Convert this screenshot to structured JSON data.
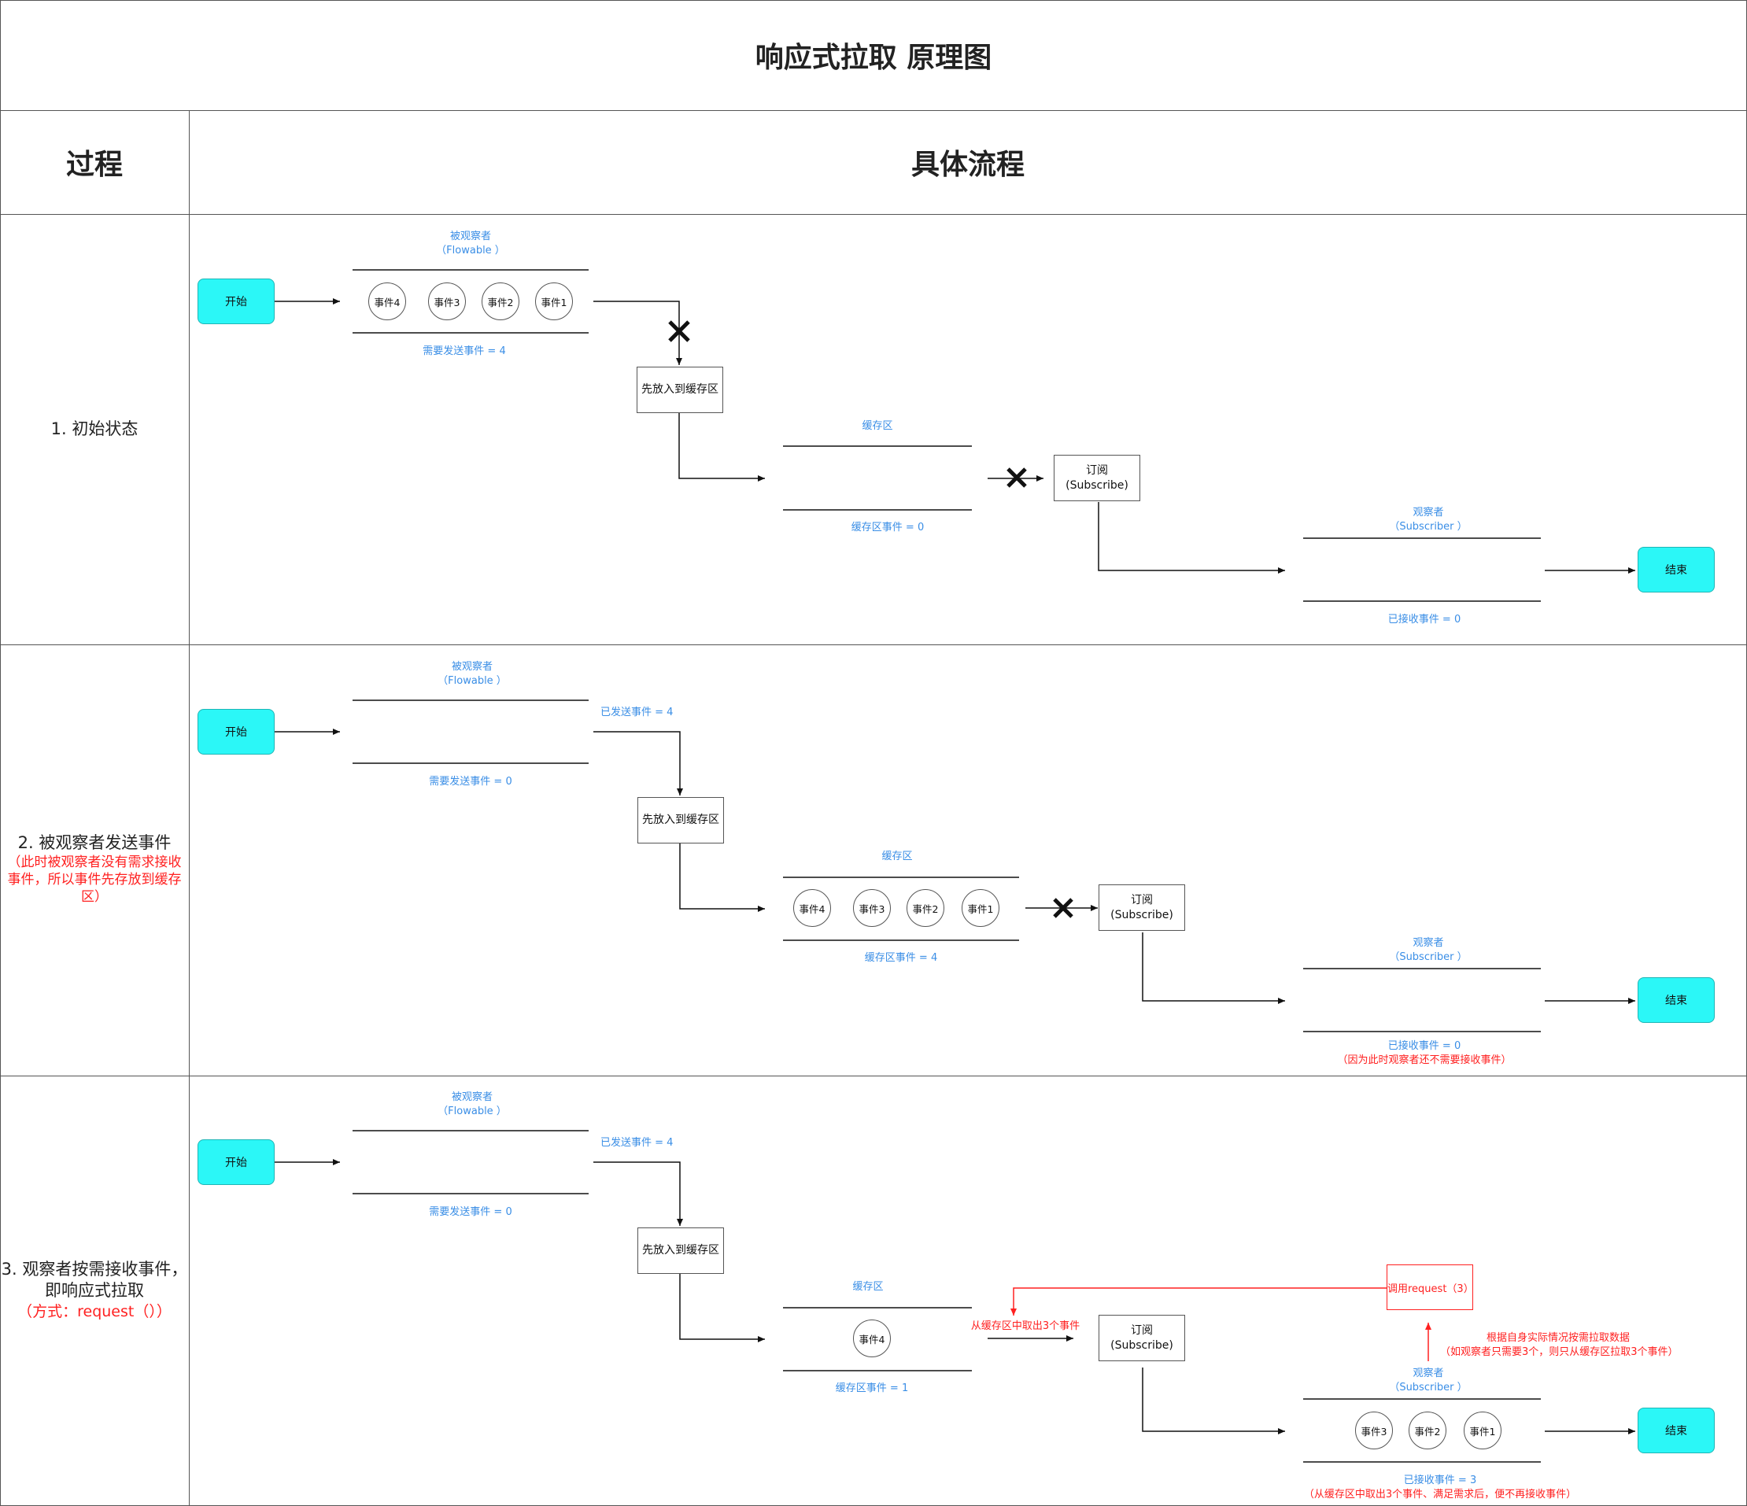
{
  "title": "响应式拉取 原理图",
  "header": {
    "process_col": "过程",
    "flow_col": "具体流程"
  },
  "common": {
    "start": "开始",
    "end": "结束",
    "observable_title": "被观察者",
    "observable_sub": "（Flowable ）",
    "buffer_action": "先放入到缓存区",
    "buffer_title": "缓存区",
    "subscribe_title": "订阅",
    "subscribe_sub": "(Subscribe)",
    "observer_title": "观察者",
    "observer_sub": "（Subscriber ）",
    "event1": "事件1",
    "event2": "事件2",
    "event3": "事件3",
    "event4": "事件4"
  },
  "rows": [
    {
      "label": "1. 初始状态",
      "need_send": "需要发送事件 = 4",
      "buffer_count": "缓存区事件 = 0",
      "received": "已接收事件 = 0"
    },
    {
      "label": "2. 被观察者发送事件",
      "note": "（此时被观察者没有需求接收事件，所以事件先存放到缓存区）",
      "sent": "已发送事件 = 4",
      "need_send": "需要发送事件 = 0",
      "buffer_count": "缓存区事件 = 4",
      "received": "已接收事件 = 0",
      "received_note": "（因为此时观察者还不需要接收事件）"
    },
    {
      "label_line1": "3. 观察者按需接收事件，",
      "label_line2": "即响应式拉取",
      "label_note": "（方式：request（））",
      "sent": "已发送事件 = 4",
      "need_send": "需要发送事件 = 0",
      "buffer_count": "缓存区事件 = 1",
      "received": "已接收事件 = 3",
      "received_note": "（从缓存区中取出3个事件、满足需求后，便不再接收事件）",
      "request_box": "调用request（3）",
      "take_from_buffer": "从缓存区中取出3个事件",
      "pull_note_line1": "根据自身实际情况按需拉取数据",
      "pull_note_line2": "（如观察者只需要3个，则只从缓存区拉取3个事件）"
    }
  ],
  "colors": {
    "start_end_fill": "#2bf7f7",
    "label_blue": "#3a8ee6",
    "highlight_red": "#ff2020"
  }
}
